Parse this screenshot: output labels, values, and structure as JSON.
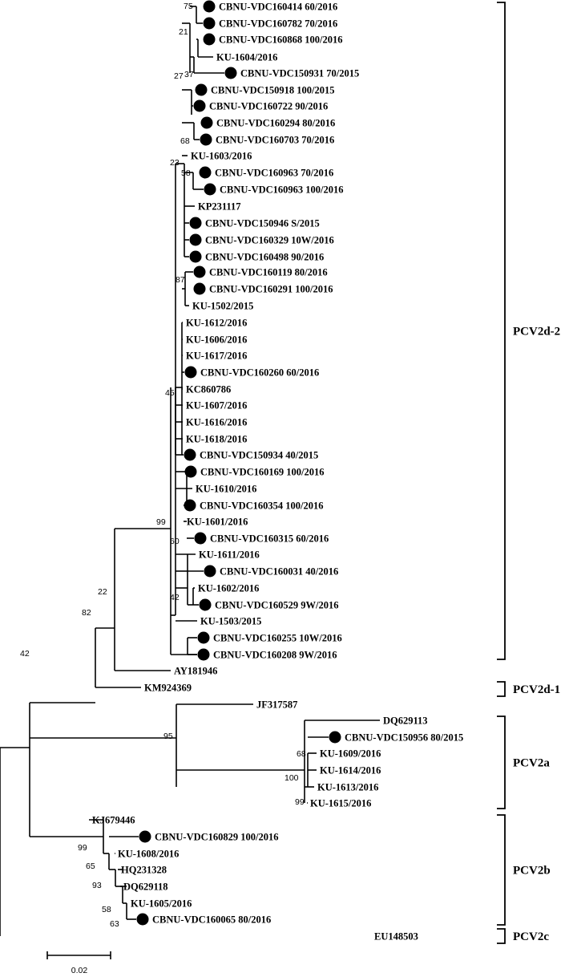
{
  "tree": {
    "taxa": [
      {
        "label": "CBNU-VDC160414 60/2016",
        "marker": true
      },
      {
        "label": "CBNU-VDC160782 70/2016",
        "marker": true
      },
      {
        "label": "CBNU-VDC160868 100/2016",
        "marker": true
      },
      {
        "label": "KU-1604/2016",
        "marker": false
      },
      {
        "label": "CBNU-VDC150931 70/2015",
        "marker": true
      },
      {
        "label": "CBNU-VDC150918 100/2015",
        "marker": true
      },
      {
        "label": "CBNU-VDC160722 90/2016",
        "marker": true
      },
      {
        "label": "CBNU-VDC160294 80/2016",
        "marker": true
      },
      {
        "label": "CBNU-VDC160703 70/2016",
        "marker": true
      },
      {
        "label": "KU-1603/2016",
        "marker": false
      },
      {
        "label": "CBNU-VDC160963 70/2016",
        "marker": true
      },
      {
        "label": "CBNU-VDC160963 100/2016",
        "marker": true
      },
      {
        "label": "KP231117",
        "marker": false
      },
      {
        "label": "CBNU-VDC150946 S/2015",
        "marker": true
      },
      {
        "label": "CBNU-VDC160329 10W/2016",
        "marker": true
      },
      {
        "label": "CBNU-VDC160498 90/2016",
        "marker": true
      },
      {
        "label": "CBNU-VDC160119 80/2016",
        "marker": true
      },
      {
        "label": "CBNU-VDC160291 100/2016",
        "marker": true
      },
      {
        "label": "KU-1502/2015",
        "marker": false
      },
      {
        "label": "KU-1612/2016",
        "marker": false
      },
      {
        "label": "KU-1606/2016",
        "marker": false
      },
      {
        "label": "KU-1617/2016",
        "marker": false
      },
      {
        "label": "CBNU-VDC160260 60/2016",
        "marker": true
      },
      {
        "label": "KC860786",
        "marker": false
      },
      {
        "label": "KU-1607/2016",
        "marker": false
      },
      {
        "label": "KU-1616/2016",
        "marker": false
      },
      {
        "label": "KU-1618/2016",
        "marker": false
      },
      {
        "label": "CBNU-VDC150934 40/2015",
        "marker": true
      },
      {
        "label": "CBNU-VDC160169 100/2016",
        "marker": true
      },
      {
        "label": "KU-1610/2016",
        "marker": false
      },
      {
        "label": "CBNU-VDC160354 100/2016",
        "marker": true
      },
      {
        "label": "KU-1601/2016",
        "marker": false
      },
      {
        "label": "CBNU-VDC160315 60/2016",
        "marker": true
      },
      {
        "label": "KU-1611/2016",
        "marker": false
      },
      {
        "label": "CBNU-VDC160031 40/2016",
        "marker": true
      },
      {
        "label": "KU-1602/2016",
        "marker": false
      },
      {
        "label": "CBNU-VDC160529 9W/2016",
        "marker": true
      },
      {
        "label": "KU-1503/2015",
        "marker": false
      },
      {
        "label": "CBNU-VDC160255 10W/2016",
        "marker": true
      },
      {
        "label": "CBNU-VDC160208 9W/2016",
        "marker": true
      },
      {
        "label": "AY181946",
        "marker": false
      },
      {
        "label": "KM924369",
        "marker": false
      },
      {
        "label": "JF317587",
        "marker": false
      },
      {
        "label": "DQ629113",
        "marker": false
      },
      {
        "label": "CBNU-VDC150956 80/2015",
        "marker": true
      },
      {
        "label": "KU-1609/2016",
        "marker": false
      },
      {
        "label": "KU-1614/2016",
        "marker": false
      },
      {
        "label": "KU-1613/2016",
        "marker": false
      },
      {
        "label": "KU-1615/2016",
        "marker": false
      },
      {
        "label": "KJ679446",
        "marker": false
      },
      {
        "label": "CBNU-VDC160829 100/2016",
        "marker": true
      },
      {
        "label": "KU-1608/2016",
        "marker": false
      },
      {
        "label": "HQ231328",
        "marker": false
      },
      {
        "label": "DQ629118",
        "marker": false
      },
      {
        "label": "KU-1605/2016",
        "marker": false
      },
      {
        "label": "CBNU-VDC160065 80/2016",
        "marker": true
      },
      {
        "label": "EU148503",
        "marker": false
      }
    ],
    "bootstrap_values": [
      "75",
      "21",
      "37",
      "27",
      "68",
      "23",
      "58",
      "87",
      "45",
      "99",
      "60",
      "42",
      "22",
      "82",
      "42",
      "95",
      "68",
      "100",
      "99",
      "99",
      "65",
      "93",
      "58",
      "63"
    ],
    "clades": [
      "PCV2d-2",
      "PCV2d-1",
      "PCV2a",
      "PCV2b",
      "PCV2c"
    ],
    "scale_bar": {
      "label": "0.02"
    }
  }
}
